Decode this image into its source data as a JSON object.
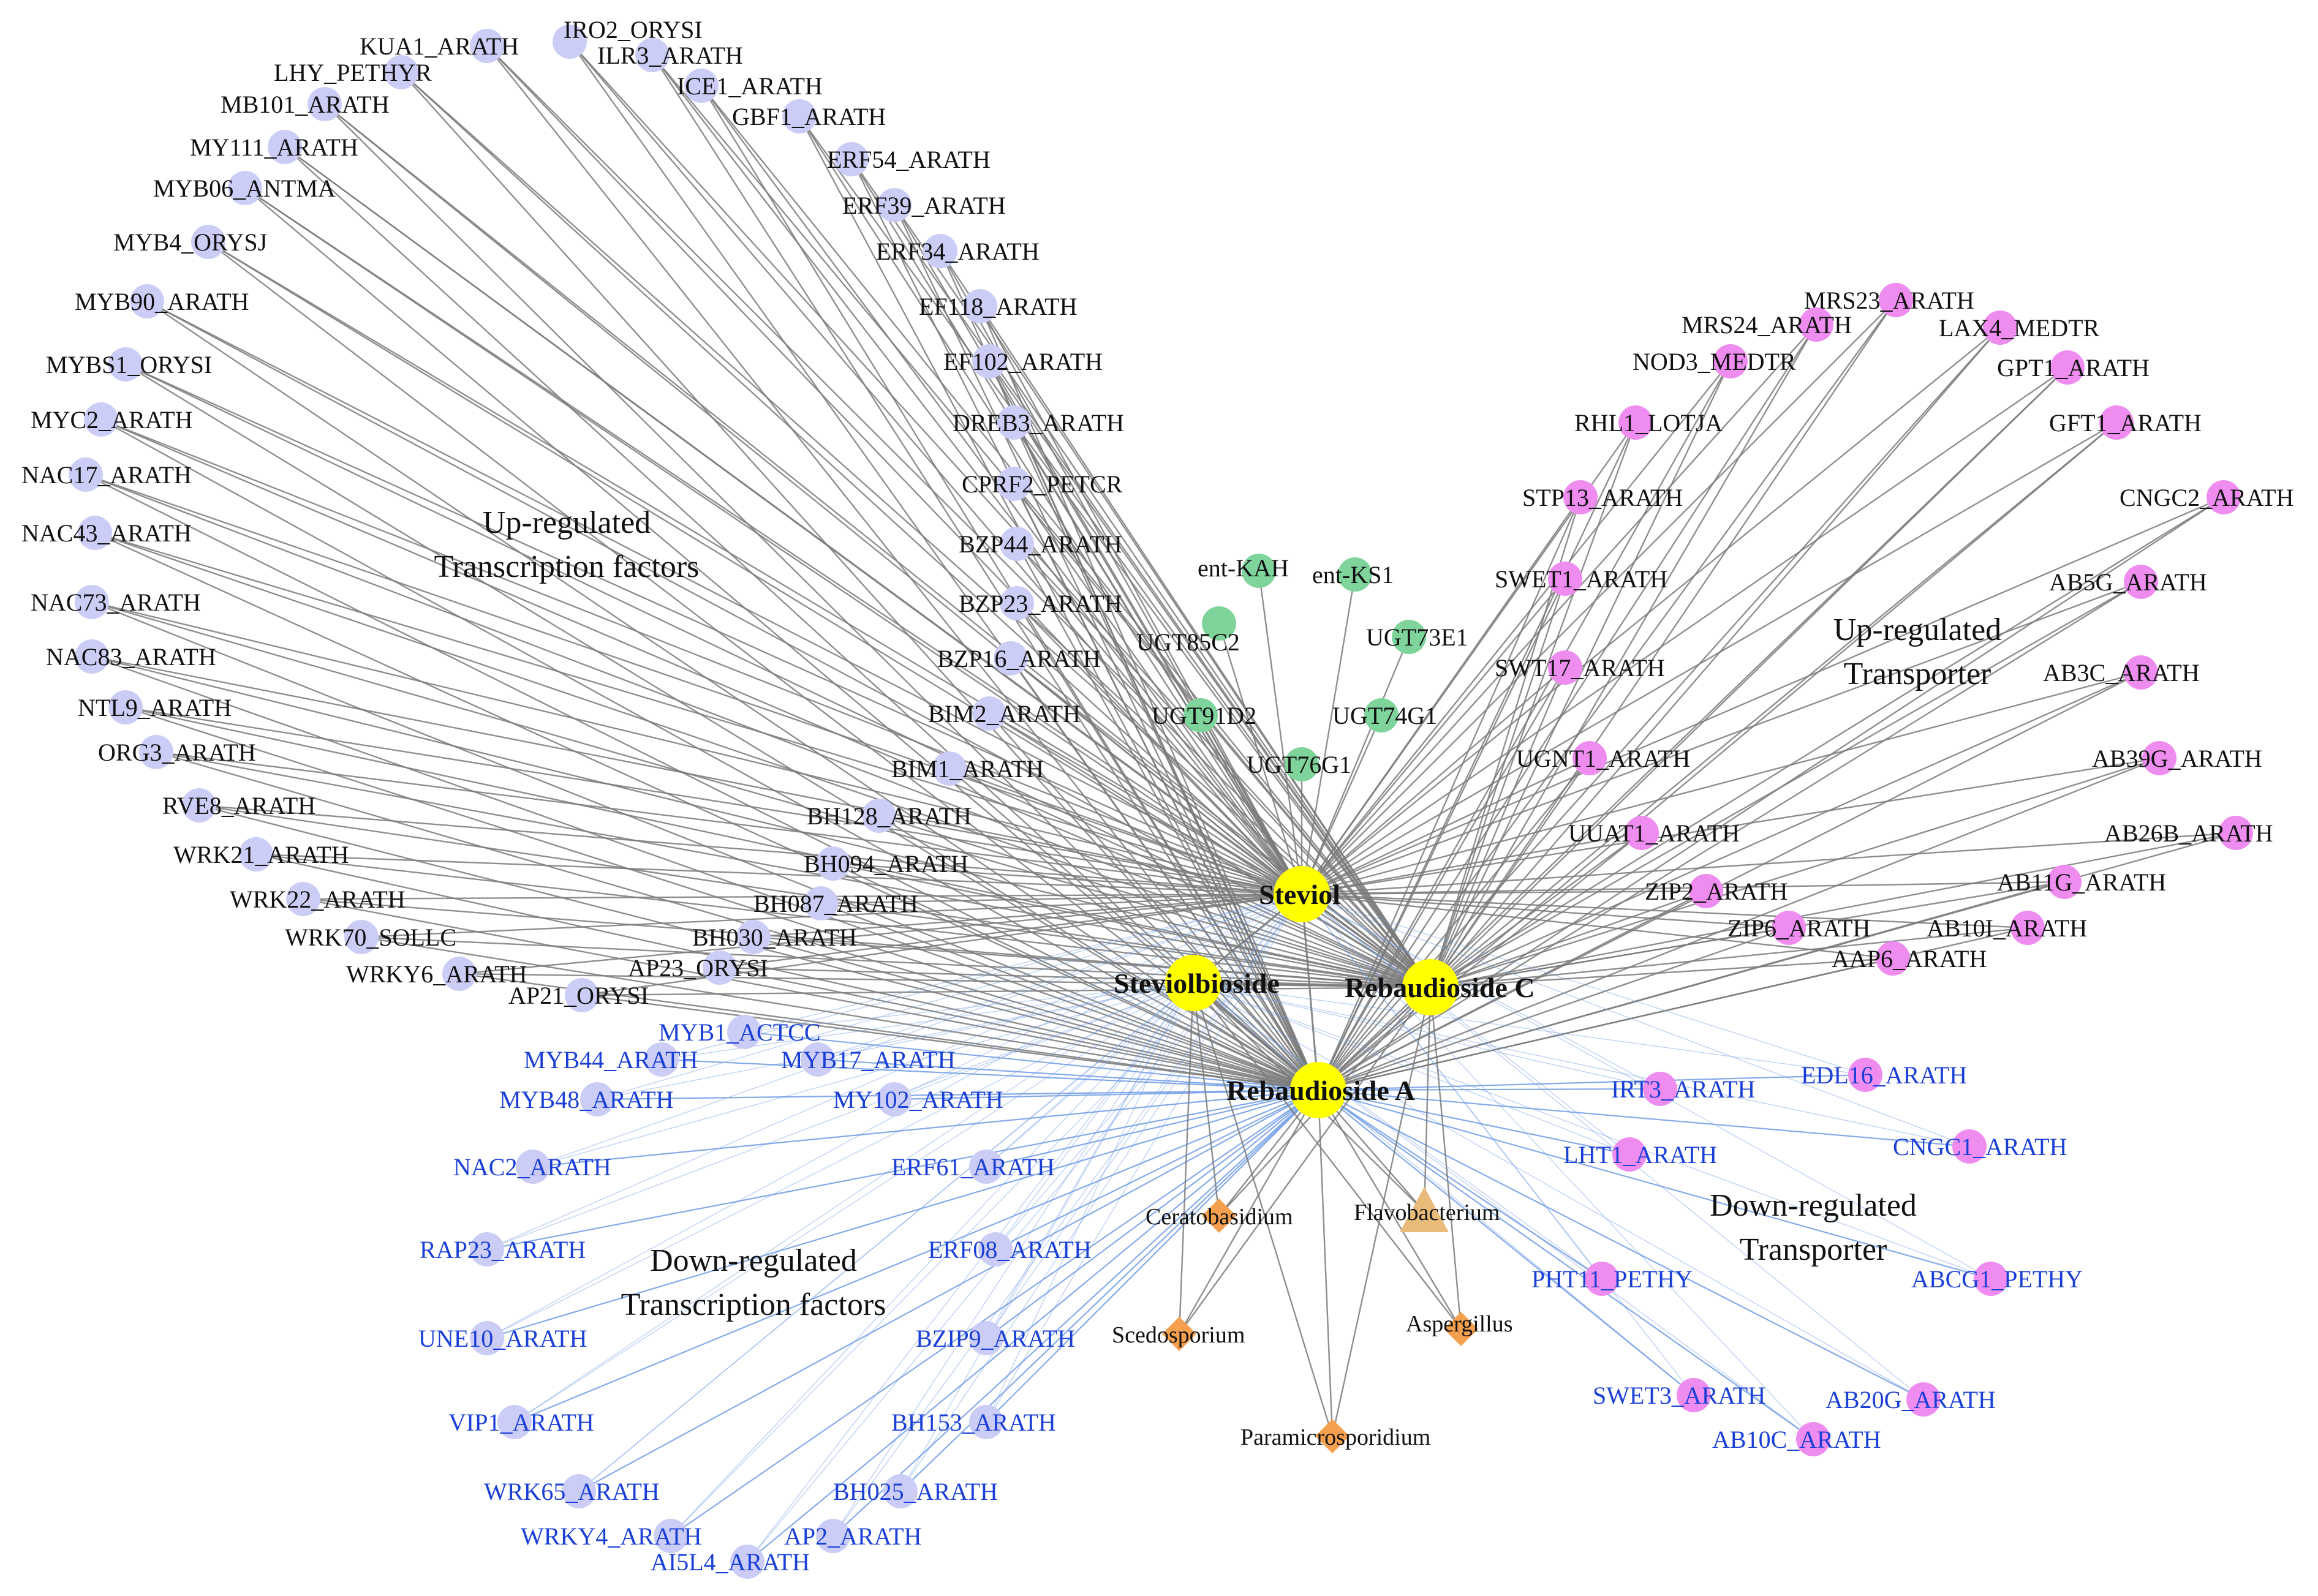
{
  "hubs": [
    {
      "id": "steviol",
      "label": "Steviol"
    },
    {
      "id": "steviolbioside",
      "label": "Steviolbioside"
    },
    {
      "id": "rebc",
      "label": "Rebaudioside C"
    },
    {
      "id": "reba",
      "label": "Rebaudioside A"
    }
  ],
  "groups": [
    {
      "label": "Up-regulated\nTranscription factors"
    },
    {
      "label": "Up-regulated\nTransporter"
    },
    {
      "label": "Down-regulated\nTranscription factors"
    },
    {
      "label": "Down-regulated\nTransporter"
    }
  ],
  "nodes": [
    {
      "label": "KUA1_ARATH",
      "kind": "up_tf"
    },
    {
      "label": "IRO2_ORYSI",
      "kind": "up_tf"
    },
    {
      "label": "LHY_PETHYR",
      "kind": "up_tf"
    },
    {
      "label": "ILR3_ARATH",
      "kind": "up_tf"
    },
    {
      "label": "ICE1_ARATH",
      "kind": "up_tf"
    },
    {
      "label": "MB101_ARATH",
      "kind": "up_tf"
    },
    {
      "label": "GBF1_ARATH",
      "kind": "up_tf"
    },
    {
      "label": "MY111_ARATH",
      "kind": "up_tf"
    },
    {
      "label": "ERF54_ARATH",
      "kind": "up_tf"
    },
    {
      "label": "MYB06_ANTMA",
      "kind": "up_tf"
    },
    {
      "label": "ERF39_ARATH",
      "kind": "up_tf"
    },
    {
      "label": "MYB4_ORYSJ",
      "kind": "up_tf"
    },
    {
      "label": "ERF34_ARATH",
      "kind": "up_tf"
    },
    {
      "label": "MYB90_ARATH",
      "kind": "up_tf"
    },
    {
      "label": "EF118_ARATH",
      "kind": "up_tf"
    },
    {
      "label": "MYBS1_ORYSI",
      "kind": "up_tf"
    },
    {
      "label": "EF102_ARATH",
      "kind": "up_tf"
    },
    {
      "label": "MYC2_ARATH",
      "kind": "up_tf"
    },
    {
      "label": "DREB3_ARATH",
      "kind": "up_tf"
    },
    {
      "label": "NAC17_ARATH",
      "kind": "up_tf"
    },
    {
      "label": "CPRF2_PETCR",
      "kind": "up_tf"
    },
    {
      "label": "NAC43_ARATH",
      "kind": "up_tf"
    },
    {
      "label": "BZP44_ARATH",
      "kind": "up_tf"
    },
    {
      "label": "NAC73_ARATH",
      "kind": "up_tf"
    },
    {
      "label": "BZP23_ARATH",
      "kind": "up_tf"
    },
    {
      "label": "NAC83_ARATH",
      "kind": "up_tf"
    },
    {
      "label": "BZP16_ARATH",
      "kind": "up_tf"
    },
    {
      "label": "NTL9_ARATH",
      "kind": "up_tf"
    },
    {
      "label": "BIM2_ARATH",
      "kind": "up_tf"
    },
    {
      "label": "ORG3_ARATH",
      "kind": "up_tf"
    },
    {
      "label": "BIM1_ARATH",
      "kind": "up_tf"
    },
    {
      "label": "RVE8_ARATH",
      "kind": "up_tf"
    },
    {
      "label": "BH128_ARATH",
      "kind": "up_tf"
    },
    {
      "label": "WRK21_ARATH",
      "kind": "up_tf"
    },
    {
      "label": "BH094_ARATH",
      "kind": "up_tf"
    },
    {
      "label": "WRK22_ARATH",
      "kind": "up_tf"
    },
    {
      "label": "BH087_ARATH",
      "kind": "up_tf"
    },
    {
      "label": "WRK70_SOLLC",
      "kind": "up_tf"
    },
    {
      "label": "BH030_ARATH",
      "kind": "up_tf"
    },
    {
      "label": "WRKY6_ARATH",
      "kind": "up_tf"
    },
    {
      "label": "AP23_ORYSI",
      "kind": "up_tf"
    },
    {
      "label": "AP21_ORYSI",
      "kind": "up_tf"
    },
    {
      "label": "ent-KAH",
      "kind": "enzyme"
    },
    {
      "label": "ent-KS1",
      "kind": "enzyme"
    },
    {
      "label": "UGT85C2",
      "kind": "enzyme"
    },
    {
      "label": "UGT73E1",
      "kind": "enzyme"
    },
    {
      "label": "UGT91D2",
      "kind": "enzyme"
    },
    {
      "label": "UGT74G1",
      "kind": "enzyme"
    },
    {
      "label": "UGT76G1",
      "kind": "enzyme"
    },
    {
      "label": "MRS23_ARATH",
      "kind": "up_tr"
    },
    {
      "label": "MRS24_ARATH",
      "kind": "up_tr"
    },
    {
      "label": "LAX4_MEDTR",
      "kind": "up_tr"
    },
    {
      "label": "NOD3_MEDTR",
      "kind": "up_tr"
    },
    {
      "label": "GPT1_ARATH",
      "kind": "up_tr"
    },
    {
      "label": "RHL1_LOTJA",
      "kind": "up_tr"
    },
    {
      "label": "GFT1_ARATH",
      "kind": "up_tr"
    },
    {
      "label": "STP13_ARATH",
      "kind": "up_tr"
    },
    {
      "label": "CNGC2_ARATH",
      "kind": "up_tr"
    },
    {
      "label": "SWET1_ARATH",
      "kind": "up_tr"
    },
    {
      "label": "AB5G_ARATH",
      "kind": "up_tr"
    },
    {
      "label": "SWT17_ARATH",
      "kind": "up_tr"
    },
    {
      "label": "AB3C_ARATH",
      "kind": "up_tr"
    },
    {
      "label": "UGNT1_ARATH",
      "kind": "up_tr"
    },
    {
      "label": "AB39G_ARATH",
      "kind": "up_tr"
    },
    {
      "label": "UUAT1_ARATH",
      "kind": "up_tr"
    },
    {
      "label": "AB26B_ARATH",
      "kind": "up_tr"
    },
    {
      "label": "ZIP2_ARATH",
      "kind": "up_tr"
    },
    {
      "label": "AB11G_ARATH",
      "kind": "up_tr"
    },
    {
      "label": "ZIP6_ARATH",
      "kind": "up_tr"
    },
    {
      "label": "AB10I_ARATH",
      "kind": "up_tr"
    },
    {
      "label": "AAP6_ARATH",
      "kind": "up_tr"
    },
    {
      "label": "MYB1_ACTCC",
      "kind": "down_tf"
    },
    {
      "label": "MYB44_ARATH",
      "kind": "down_tf"
    },
    {
      "label": "MYB17_ARATH",
      "kind": "down_tf"
    },
    {
      "label": "MYB48_ARATH",
      "kind": "down_tf"
    },
    {
      "label": "MY102_ARATH",
      "kind": "down_tf"
    },
    {
      "label": "NAC2_ARATH",
      "kind": "down_tf"
    },
    {
      "label": "ERF61_ARATH",
      "kind": "down_tf"
    },
    {
      "label": "RAP23_ARATH",
      "kind": "down_tf"
    },
    {
      "label": "ERF08_ARATH",
      "kind": "down_tf"
    },
    {
      "label": "UNE10_ARATH",
      "kind": "down_tf"
    },
    {
      "label": "BZIP9_ARATH",
      "kind": "down_tf"
    },
    {
      "label": "VIP1_ARATH",
      "kind": "down_tf"
    },
    {
      "label": "BH153_ARATH",
      "kind": "down_tf"
    },
    {
      "label": "WRK65_ARATH",
      "kind": "down_tf"
    },
    {
      "label": "BH025_ARATH",
      "kind": "down_tf"
    },
    {
      "label": "WRKY4_ARATH",
      "kind": "down_tf"
    },
    {
      "label": "AP2_ARATH",
      "kind": "down_tf"
    },
    {
      "label": "AI5L4_ARATH",
      "kind": "down_tf"
    },
    {
      "label": "IRT3_ARATH",
      "kind": "down_tr"
    },
    {
      "label": "EDL16_ARATH",
      "kind": "down_tr"
    },
    {
      "label": "CNGC1_ARATH",
      "kind": "down_tr"
    },
    {
      "label": "LHT1_ARATH",
      "kind": "down_tr"
    },
    {
      "label": "ABCG1_PETHY",
      "kind": "down_tr"
    },
    {
      "label": "PHT11_PETHY",
      "kind": "down_tr"
    },
    {
      "label": "SWET3_ARATH",
      "kind": "down_tr"
    },
    {
      "label": "AB20G_ARATH",
      "kind": "down_tr"
    },
    {
      "label": "AB10C_ARATH",
      "kind": "down_tr"
    },
    {
      "label": "Ceratobasidium",
      "kind": "fungus"
    },
    {
      "label": "Flavobacterium",
      "kind": "bacterium"
    },
    {
      "label": "Scedosporium",
      "kind": "fungus"
    },
    {
      "label": "Aspergillus",
      "kind": "fungus"
    },
    {
      "label": "Paramicrosporidium",
      "kind": "fungus"
    }
  ],
  "colors": {
    "up_tf_node": "#cccdf6",
    "down_tf_node": "#cccdf6",
    "up_tr_node": "#ee8cf0",
    "down_tr_node": "#ee8cf0",
    "enzyme_node": "#7ed49b",
    "hub_node": "#ffff00",
    "fungus_node": "#f5a04e",
    "bacterium_node": "#e8bb78",
    "up_text": "#111111",
    "down_text": "#1a3fd6",
    "up_edge": "#7a7a7a",
    "down_edge": "#6f9be6"
  }
}
